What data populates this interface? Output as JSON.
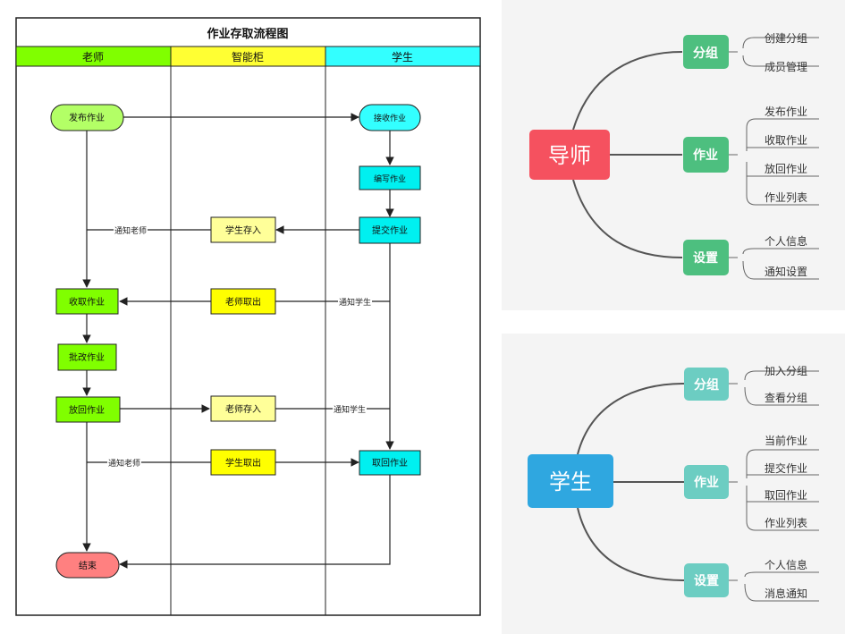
{
  "flowchart": {
    "title": "作业存取流程图",
    "lanes": [
      {
        "label": "老师",
        "color": "#80ff00"
      },
      {
        "label": "智能柜",
        "color": "#ffff33"
      },
      {
        "label": "学生",
        "color": "#33ffff"
      }
    ],
    "nodes": {
      "publish": "发布作业",
      "receive": "接收作业",
      "write": "编写作业",
      "submit": "提交作业",
      "student_store": "学生存入",
      "collect": "收取作业",
      "teacher_take": "老师取出",
      "grade": "批改作业",
      "return": "放回作业",
      "teacher_store": "老师存入",
      "student_take": "学生取出",
      "fetch": "取回作业",
      "end": "结束"
    },
    "edge_labels": {
      "notify_teacher_1": "通知老师",
      "notify_student_1": "通知学生",
      "notify_student_2": "通知学生",
      "notify_teacher_2": "通知老师"
    }
  },
  "mindmap_teacher": {
    "root": "导师",
    "root_color": "#f5515f",
    "branch_color": "#4dbf7f",
    "branches": [
      {
        "label": "分组",
        "leaves": [
          "创建分组",
          "成员管理"
        ]
      },
      {
        "label": "作业",
        "leaves": [
          "发布作业",
          "收取作业",
          "放回作业",
          "作业列表"
        ]
      },
      {
        "label": "设置",
        "leaves": [
          "个人信息",
          "通知设置"
        ]
      }
    ]
  },
  "mindmap_student": {
    "root": "学生",
    "root_color": "#2fa7e0",
    "branch_color": "#6ccdc2",
    "branches": [
      {
        "label": "分组",
        "leaves": [
          "加入分组",
          "查看分组"
        ]
      },
      {
        "label": "作业",
        "leaves": [
          "当前作业",
          "提交作业",
          "取回作业",
          "作业列表"
        ]
      },
      {
        "label": "设置",
        "leaves": [
          "个人信息",
          "消息通知"
        ]
      }
    ]
  }
}
